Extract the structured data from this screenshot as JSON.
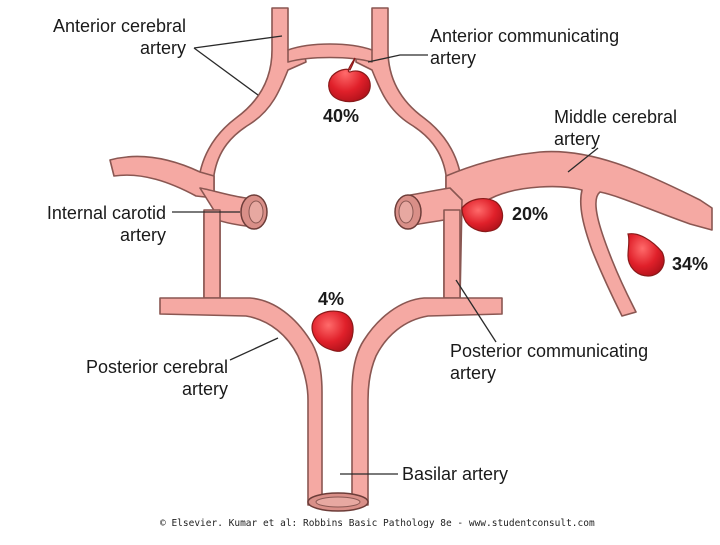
{
  "diagram": {
    "labels": {
      "anterior_cerebral": [
        "Anterior cerebral",
        "artery"
      ],
      "anterior_communicating": [
        "Anterior communicating",
        "artery"
      ],
      "middle_cerebral": [
        "Middle cerebral",
        "artery"
      ],
      "internal_carotid": [
        "Internal carotid",
        "artery"
      ],
      "posterior_cerebral": [
        "Posterior cerebral",
        "artery"
      ],
      "posterior_communicating": [
        "Posterior communicating",
        "artery"
      ],
      "basilar": [
        "Basilar artery"
      ]
    },
    "aneurysm_percentages": {
      "anterior_communicating": "40%",
      "middle_cerebral_origin": "20%",
      "middle_cerebral_branch": "34%",
      "basilar_tip": "4%"
    },
    "colors": {
      "artery": "#f5a9a3",
      "artery_outline": "#8a5752",
      "aneurysm": "#e0202a"
    },
    "copyright": "© Elsevier. Kumar et al: Robbins Basic Pathology 8e - www.studentconsult.com"
  }
}
